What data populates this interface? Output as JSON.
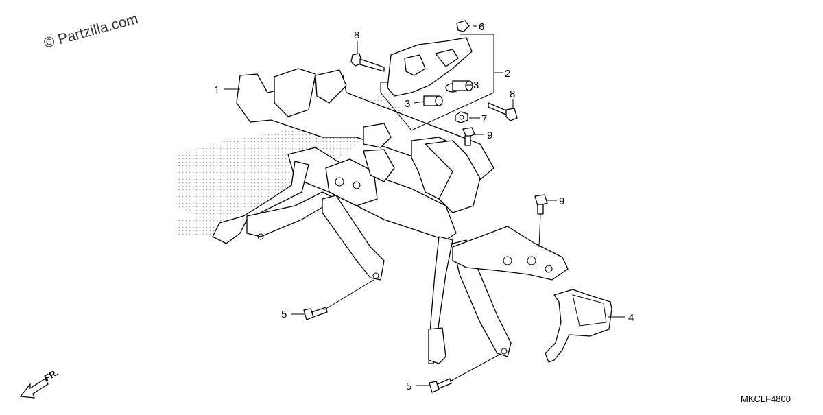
{
  "watermark": "© Partzilla.com",
  "diagram_code": "MKCLF4800",
  "direction_label": "FR.",
  "callouts": {
    "c1": "1",
    "c2": "2",
    "c3a": "3",
    "c3b": "3",
    "c4": "4",
    "c5a": "5",
    "c5b": "5",
    "c6": "6",
    "c7": "7",
    "c8a": "8",
    "c8b": "8",
    "c9a": "9",
    "c9b": "9"
  },
  "colors": {
    "line": "#000000",
    "background": "#ffffff",
    "shade": "#9a9a9a"
  }
}
